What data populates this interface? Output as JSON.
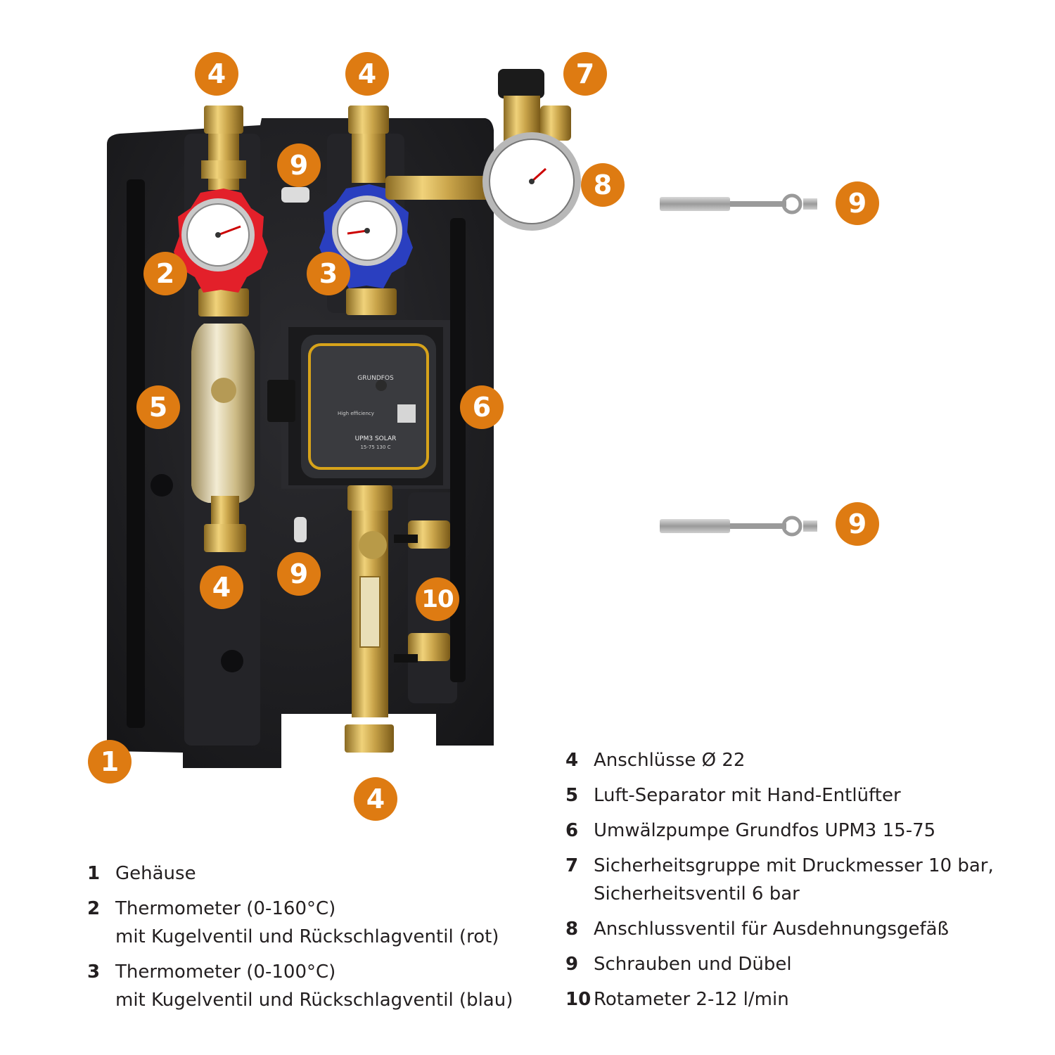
{
  "markers": {
    "m1": "1",
    "m2": "2",
    "m3": "3",
    "m4a": "4",
    "m4b": "4",
    "m4c": "4",
    "m4d": "4",
    "m5": "5",
    "m6": "6",
    "m7": "7",
    "m8": "8",
    "m9a": "9",
    "m9b": "9",
    "m9c": "9",
    "m9d": "9",
    "m10": "10"
  },
  "pump": {
    "brand": "GRUNDFOS",
    "model": "UPM3 SOLAR",
    "spec": "15-75 130 C",
    "efficiency": "High efficiency"
  },
  "legend_left": [
    {
      "num": "1",
      "lines": [
        "Gehäuse"
      ]
    },
    {
      "num": "2",
      "lines": [
        "Thermometer (0-160°C)",
        "mit Kugelventil und Rückschlagventil (rot)"
      ]
    },
    {
      "num": "3",
      "lines": [
        "Thermometer (0-100°C)",
        "mit Kugelventil und Rückschlagventil (blau)"
      ]
    }
  ],
  "legend_right": [
    {
      "num": "4",
      "lines": [
        "Anschlüsse Ø 22"
      ]
    },
    {
      "num": "5",
      "lines": [
        "Luft-Separator mit Hand-Entlüfter"
      ]
    },
    {
      "num": "6",
      "lines": [
        "Umwälzpumpe Grundfos UPM3 15-75"
      ]
    },
    {
      "num": "7",
      "lines": [
        "Sicherheitsgruppe mit Druckmesser 10 bar,",
        "Sicherheitsventil 6 bar"
      ]
    },
    {
      "num": "8",
      "lines": [
        "Anschlussventil für Ausdehnungsgefäß"
      ]
    },
    {
      "num": "9",
      "lines": [
        "Schrauben und Dübel"
      ]
    },
    {
      "num": "10",
      "lines": [
        "Rotameter 2-12 l/min"
      ]
    }
  ],
  "colors": {
    "marker": "#de7b12",
    "insulation": "#1d1d1f",
    "brass": "#c9a44a",
    "red_handle": "#e3202a",
    "blue_handle": "#2a3fc0"
  }
}
